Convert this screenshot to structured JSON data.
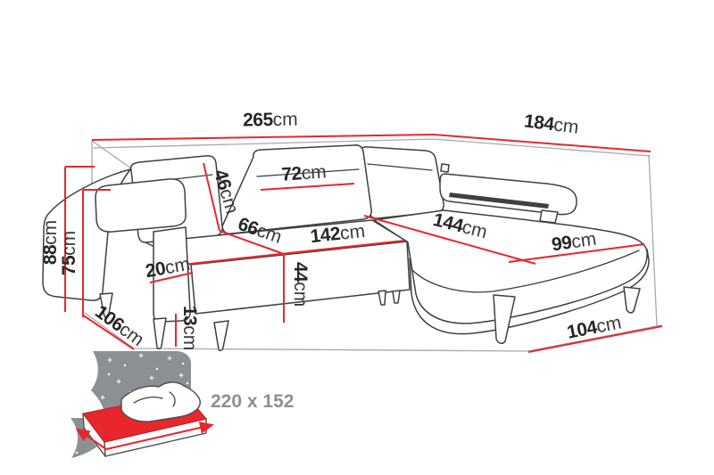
{
  "colors": {
    "dimension_red": "#e8272d",
    "outline_dark": "#3f3f3f",
    "guide_gray": "#a9a9a9",
    "icon_gray": "#8d9093",
    "label_dark": "#262626"
  },
  "dimensions": {
    "total_width": {
      "num": "265",
      "unit": "cm"
    },
    "total_depth": {
      "num": "184",
      "unit": "cm"
    },
    "back_height": {
      "num": "88",
      "unit": "cm"
    },
    "armrest_height": {
      "num": "75",
      "unit": "cm"
    },
    "backrest_cushion_height": {
      "num": "46",
      "unit": "cm"
    },
    "back_cushion_width": {
      "num": "72",
      "unit": "cm"
    },
    "seat_depth": {
      "num": "66",
      "unit": "cm"
    },
    "seat_width": {
      "num": "142",
      "unit": "cm"
    },
    "chaise_inner_length": {
      "num": "144",
      "unit": "cm"
    },
    "chaise_seat_width": {
      "num": "99",
      "unit": "cm"
    },
    "armrest_width": {
      "num": "20",
      "unit": "cm"
    },
    "seat_height": {
      "num": "44",
      "unit": "cm"
    },
    "leg_height": {
      "num": "13",
      "unit": "cm"
    },
    "side_depth": {
      "num": "106",
      "unit": "cm"
    },
    "chaise_outer_length": {
      "num": "104",
      "unit": "cm"
    }
  },
  "sleeping_area": {
    "label": "220 x 152"
  }
}
